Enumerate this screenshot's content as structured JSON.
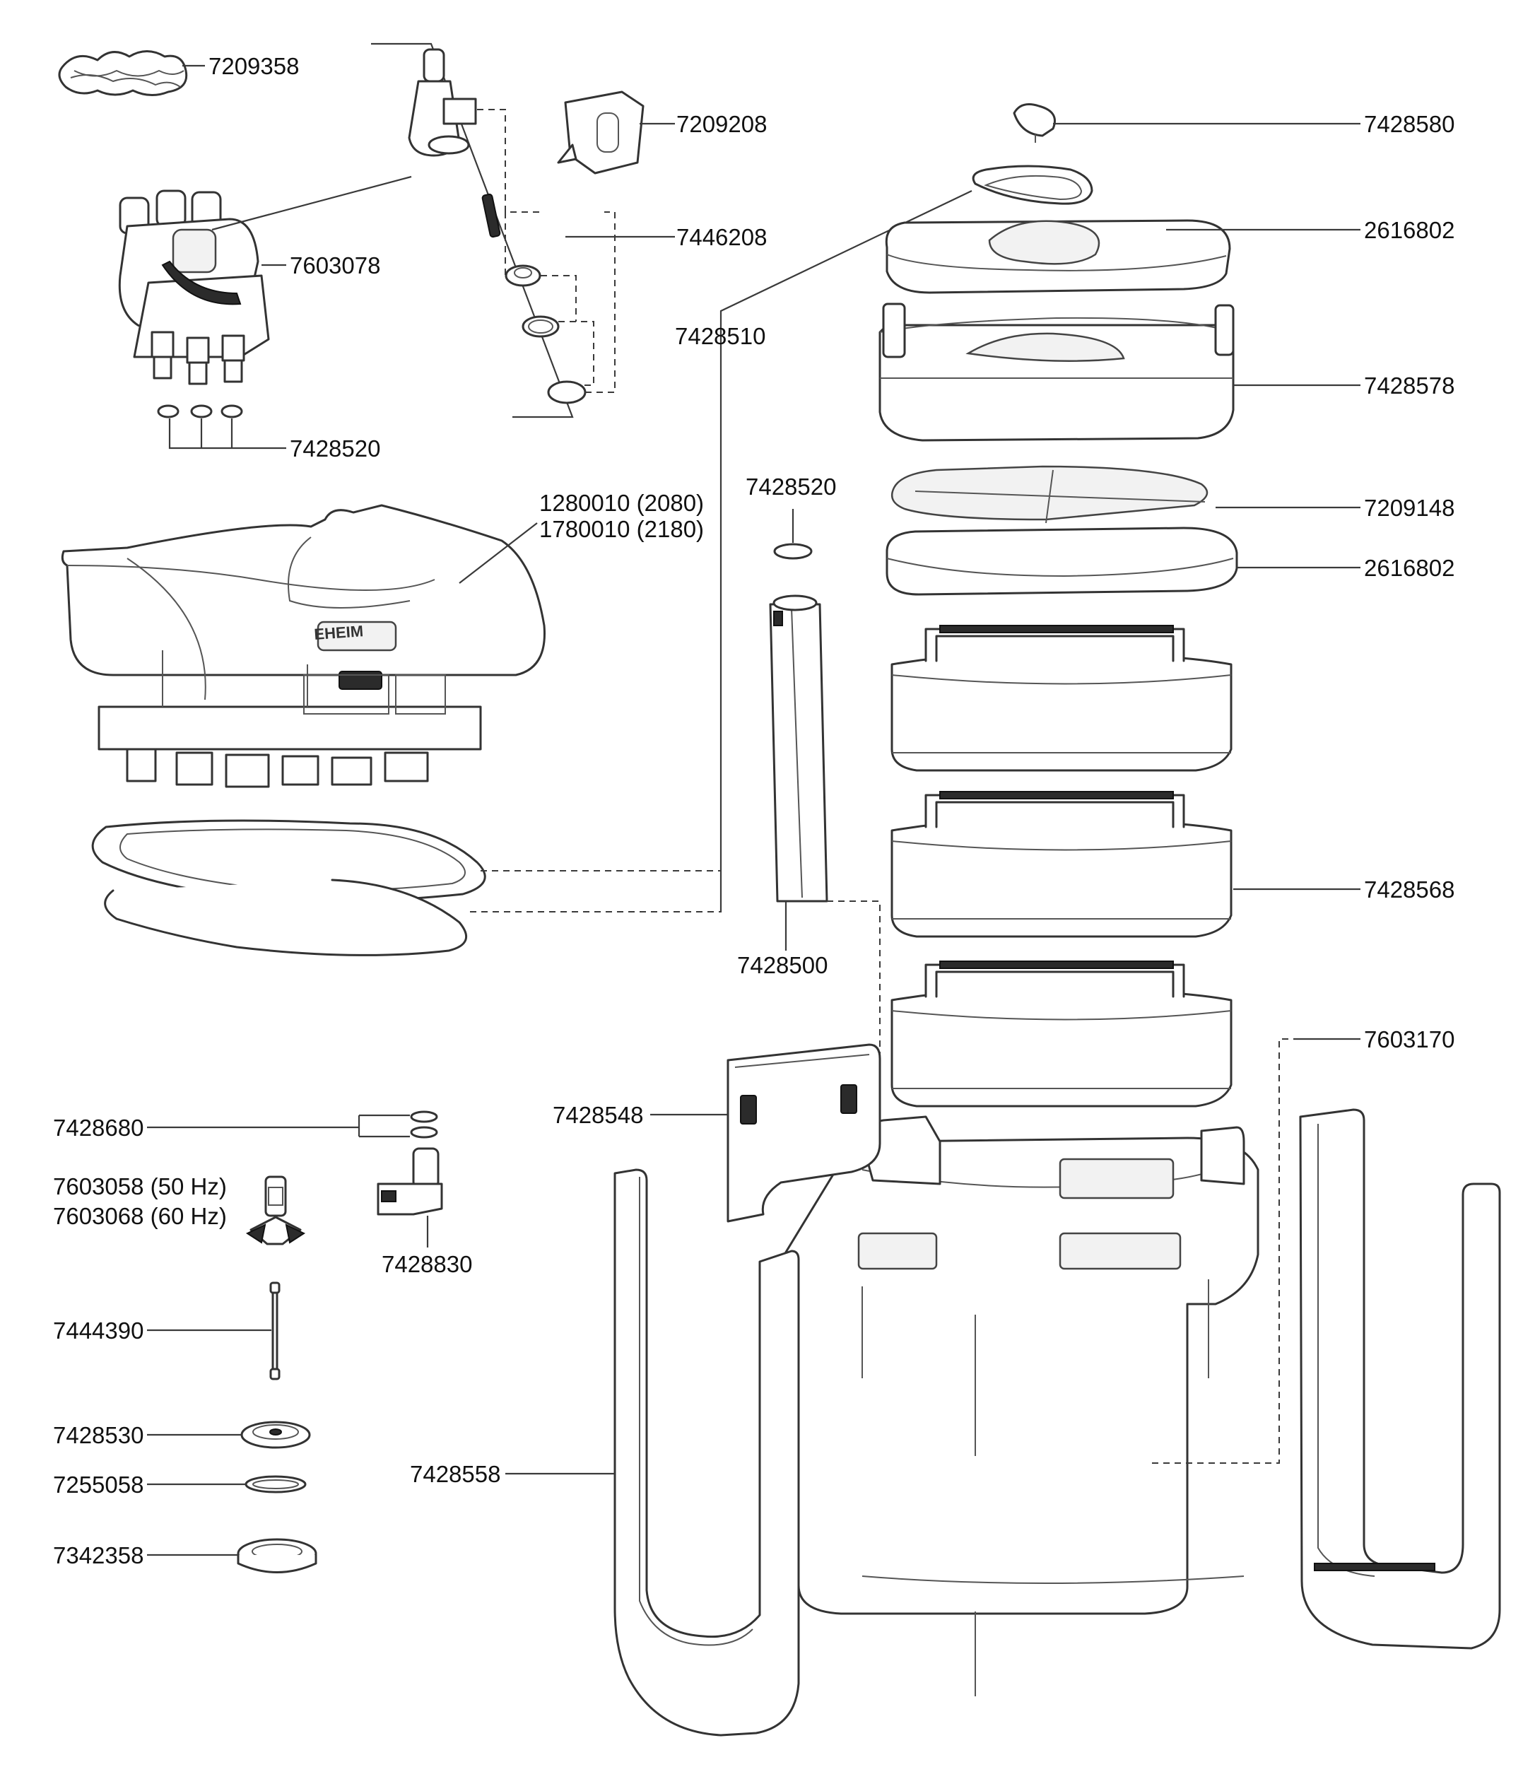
{
  "callouts": {
    "c7209358": "7209358",
    "c7209208": "7209208",
    "c7446208": "7446208",
    "c7603078": "7603078",
    "c7428520_top": "7428520",
    "c7428580": "7428580",
    "c2616802_top": "2616802",
    "c7428510": "7428510",
    "c7428578": "7428578",
    "c7428520_mid": "7428520",
    "c7209148": "7209148",
    "c2616802_pad": "2616802",
    "c1280010": "1280010 (2080)",
    "c1780010": "1780010 (2180)",
    "c7428568": "7428568",
    "c7428500": "7428500",
    "c7603170": "7603170",
    "c7428548": "7428548",
    "c7428680": "7428680",
    "c7603058": "7603058  (50 Hz)",
    "c7603068": "7603068  (60 Hz)",
    "c7428830": "7428830",
    "c7444390": "7444390",
    "c7428530": "7428530",
    "c7255058": "7255058",
    "c7342358": "7342358",
    "c7428558": "7428558"
  },
  "brand_mark": "EHEIM",
  "colors": {
    "line": "#333333",
    "paper": "#ffffff",
    "shade": "#f2f2f2"
  }
}
